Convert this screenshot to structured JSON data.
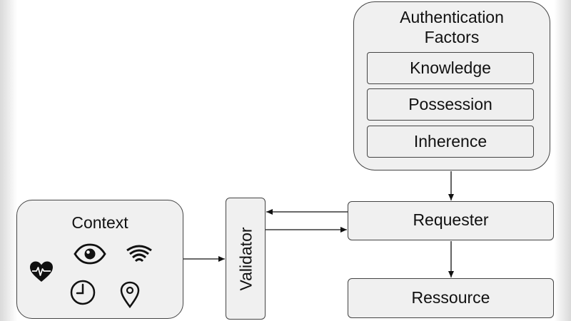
{
  "auth_factors": {
    "title": "Authentication\nFactors",
    "items": [
      "Knowledge",
      "Possession",
      "Inherence"
    ]
  },
  "requester": {
    "label": "Requester"
  },
  "resource": {
    "label": "Ressource"
  },
  "validator": {
    "label": "Validator"
  },
  "context": {
    "label": "Context",
    "icons": [
      "heart-rate-icon",
      "eye-icon",
      "wifi-icon",
      "clock-icon",
      "location-pin-icon"
    ]
  },
  "colors": {
    "box_fill": "#f0f0f0",
    "stroke": "#444444",
    "text": "#111111"
  }
}
